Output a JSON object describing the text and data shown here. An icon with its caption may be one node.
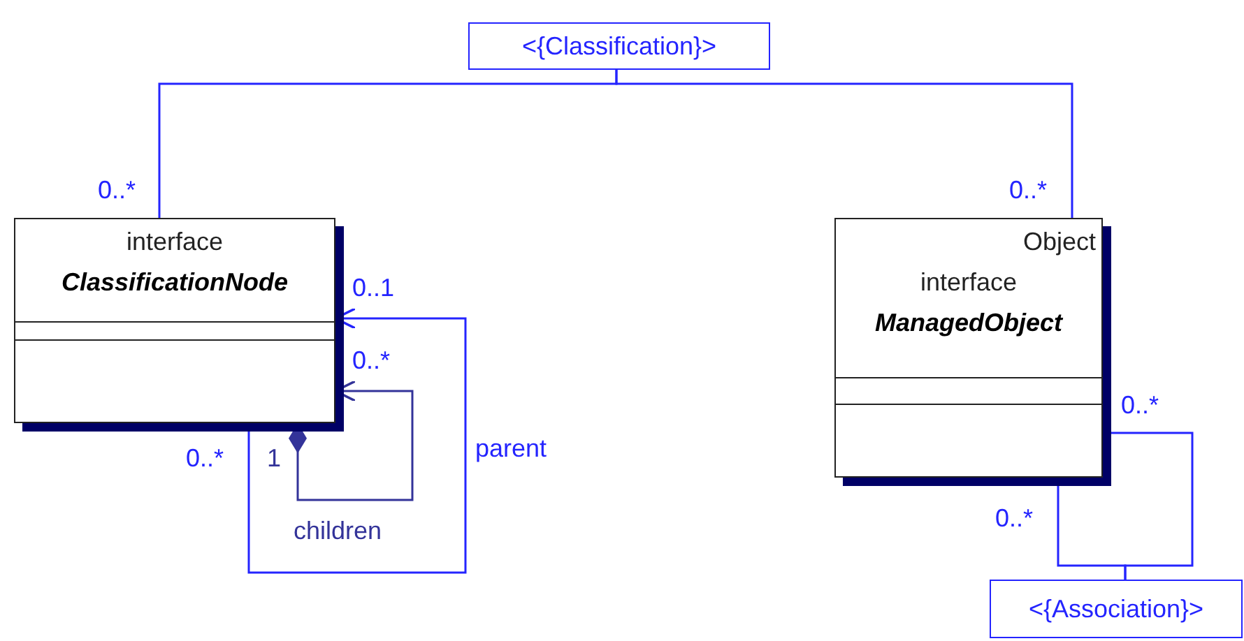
{
  "diagram": {
    "nodes": [
      {
        "text": [
          "<{Classification}>"
        ]
      },
      {
        "text": [
          "interface",
          "ClassificationNode"
        ]
      },
      {
        "text": [
          "Object",
          "interface",
          "ManagedObject"
        ]
      },
      {
        "text": [
          "<{Association}>"
        ]
      }
    ],
    "edges": [
      {
        "from": 0,
        "to": 1,
        "arrow": "none"
      },
      {
        "from": 0,
        "to": 2,
        "arrow": "none"
      },
      {
        "from": 1,
        "to": 1,
        "arrow": "to",
        "label": "parent"
      },
      {
        "from": 1,
        "to": 1,
        "arrow": "to",
        "label": "children",
        "color": "#333399"
      },
      {
        "from": 3,
        "to": 2,
        "arrow": "none"
      },
      {
        "from": 3,
        "to": 2,
        "arrow": "none"
      }
    ],
    "labels": [
      "0..*",
      "0..*",
      "0..1",
      "0..*",
      "0..*",
      "0..*",
      "1",
      "0..*"
    ]
  }
}
